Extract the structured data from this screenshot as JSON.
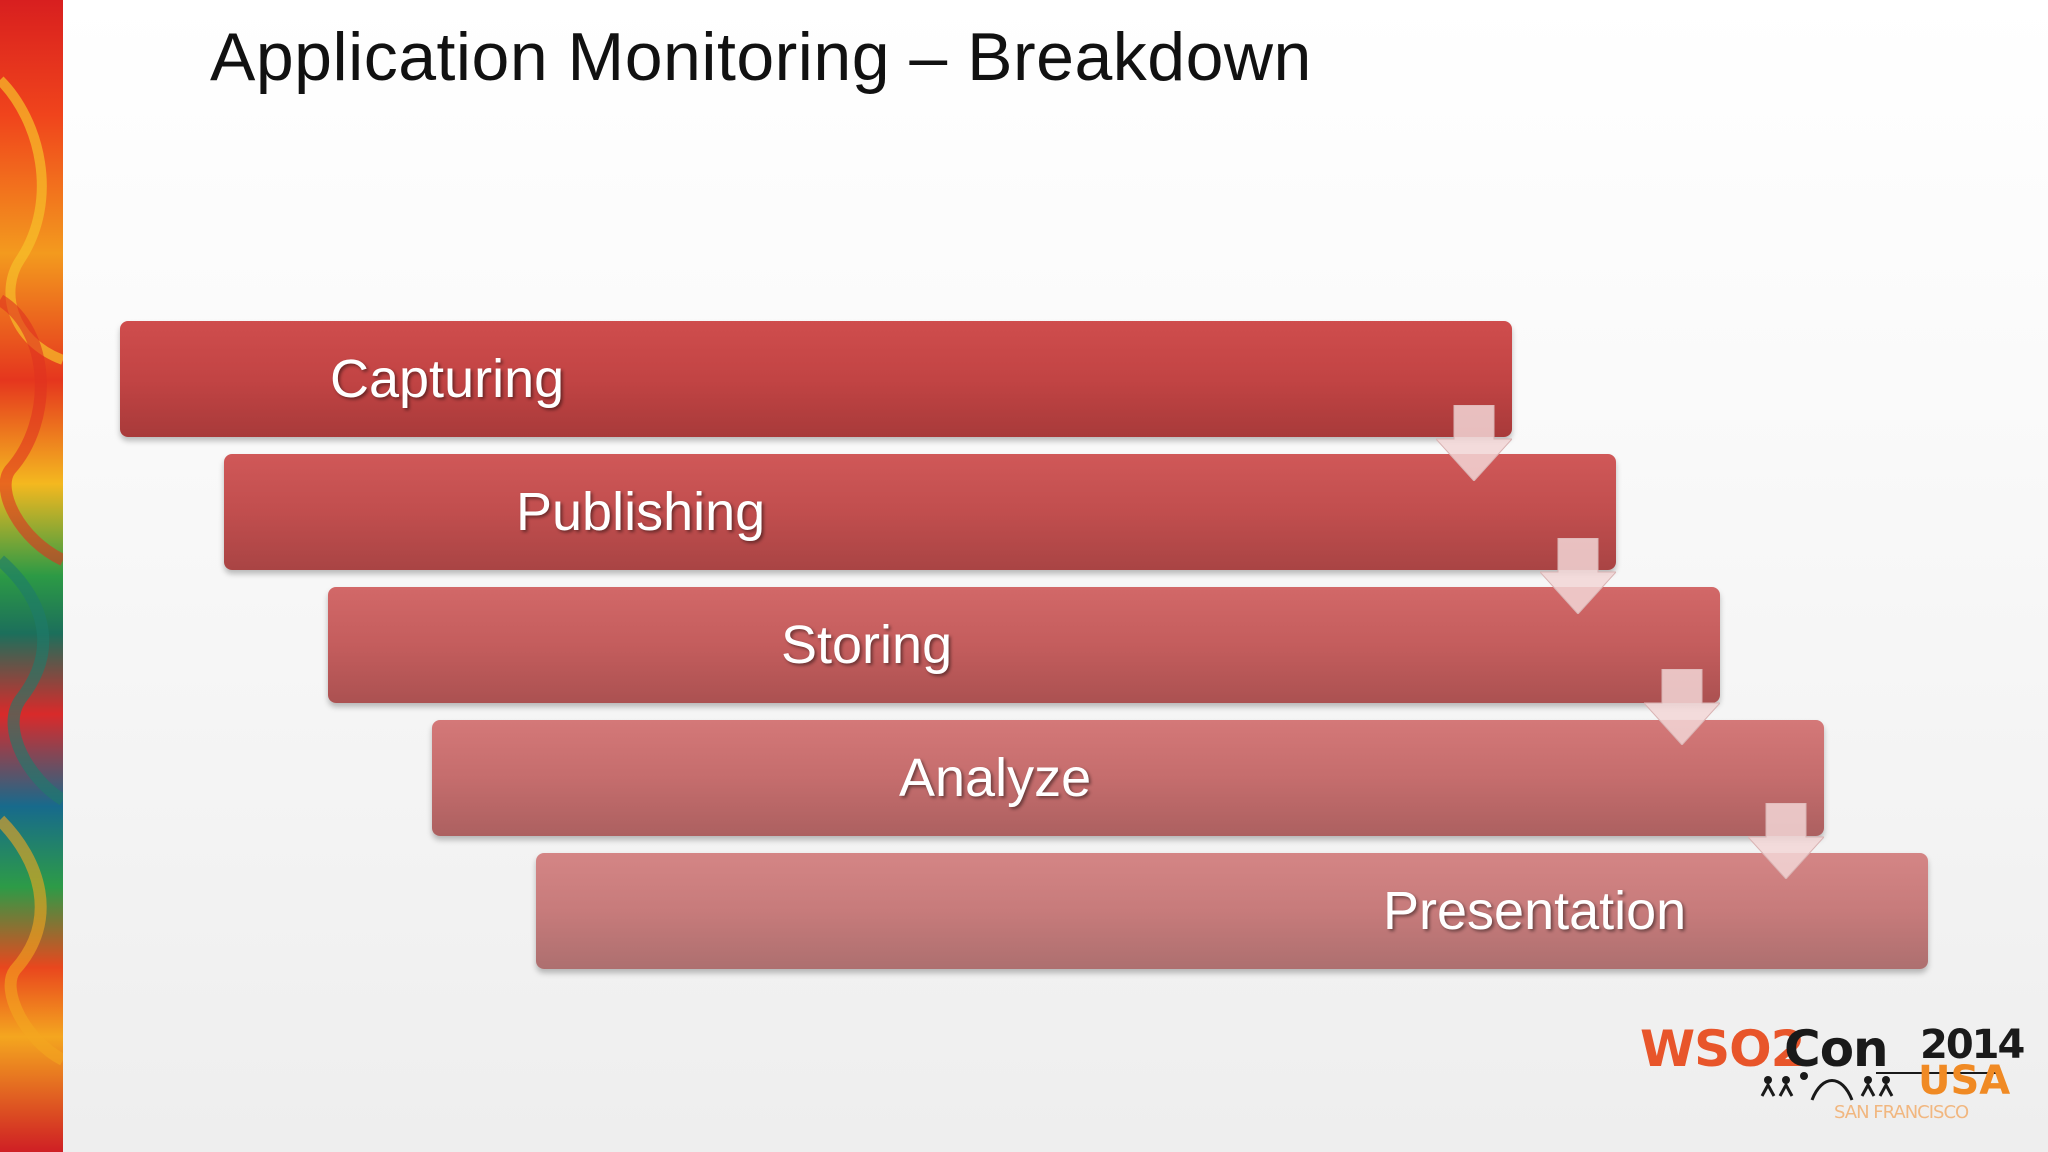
{
  "slide": {
    "title": "Application Monitoring – Breakdown"
  },
  "steps": [
    {
      "label": "Capturing"
    },
    {
      "label": "Publishing"
    },
    {
      "label": "Storing"
    },
    {
      "label": "Analyze"
    },
    {
      "label": "Presentation"
    }
  ],
  "logo": {
    "brand": "WSO2",
    "suffix": "Con",
    "year": "2014",
    "country": "USA",
    "city": "SAN FRANCISCO"
  },
  "colors": {
    "step_red": "#c24444",
    "arrow_fill": "#f2d6d6",
    "logo_orange": "#e8552a"
  }
}
